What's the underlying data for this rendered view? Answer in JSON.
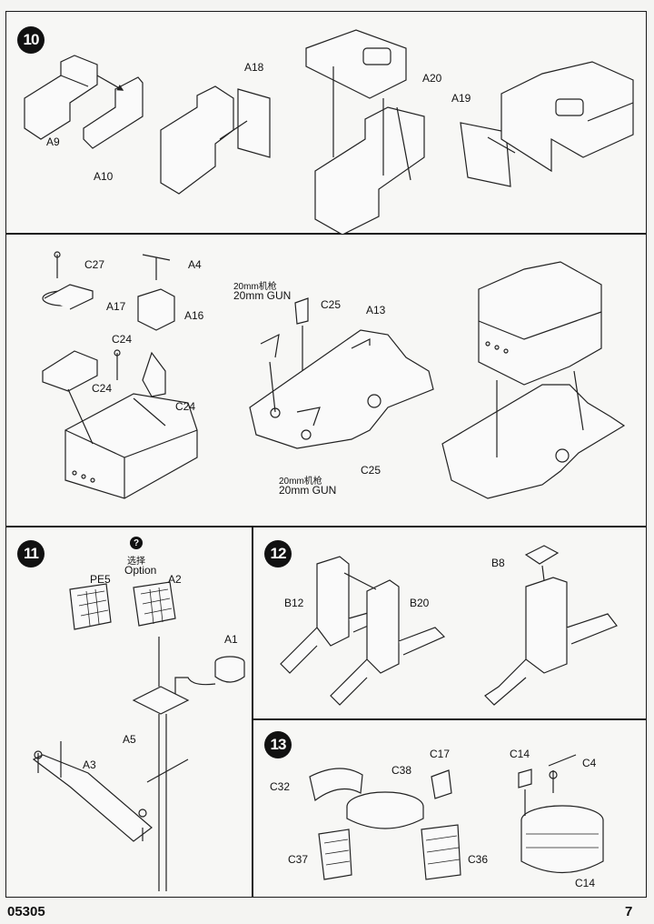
{
  "page": {
    "code": "05305",
    "number": "7"
  },
  "step10": {
    "badge": "10",
    "labels": {
      "a9": "A9",
      "a10": "A10",
      "a18": "A18",
      "a20": "A20",
      "a19": "A19"
    }
  },
  "step10b": {
    "labels": {
      "c27": "C27",
      "a4": "A4",
      "a17": "A17",
      "a16": "A16",
      "c24a": "C24",
      "c24b": "C24",
      "c24c": "C24",
      "gun_cn_top": "20mm机枪",
      "gun_en_top": "20mm GUN",
      "c25a": "C25",
      "a13": "A13",
      "c25b": "C25",
      "gun_cn_bottom": "20mm机枪",
      "gun_en_bottom": "20mm GUN"
    }
  },
  "step11": {
    "badge": "11",
    "option_icon": "?",
    "option_cn": "选择",
    "option_en": "Option",
    "labels": {
      "pe5": "PE5",
      "a2": "A2",
      "a1": "A1",
      "a5": "A5",
      "a3": "A3"
    }
  },
  "step12": {
    "badge": "12",
    "labels": {
      "b12": "B12",
      "b20": "B20",
      "b8": "B8"
    }
  },
  "step13": {
    "badge": "13",
    "labels": {
      "c32": "C32",
      "c38": "C38",
      "c17": "C17",
      "c37": "C37",
      "c36": "C36",
      "c14a": "C14",
      "c4": "C4",
      "c14b": "C14"
    }
  }
}
